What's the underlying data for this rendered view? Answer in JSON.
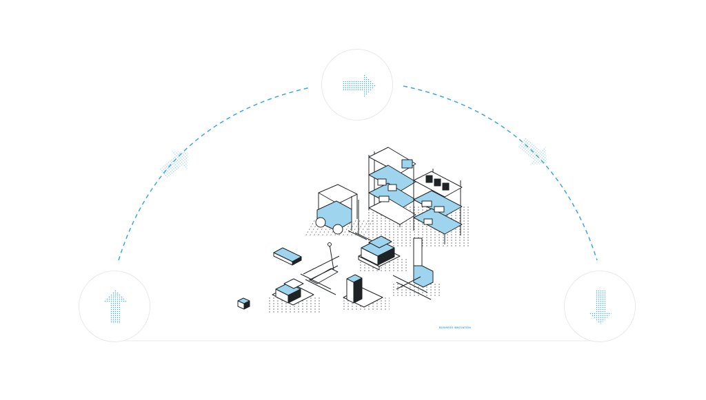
{
  "colors": {
    "accent": "#3aa7dc",
    "light_accent": "#9ed4ee",
    "ink": "#1f2326",
    "ring": "#e6e9ec"
  },
  "cycle": {
    "nodes": [
      {
        "icon": "arrow-up-icon"
      },
      {
        "icon": "arrow-right-icon"
      },
      {
        "icon": "arrow-down-icon"
      }
    ],
    "connectors": [
      "dashed-arc-left",
      "dashed-arc-right"
    ],
    "midpoint_arrows": [
      "arrow-up-right-icon",
      "arrow-down-right-icon"
    ]
  },
  "illustration": {
    "objects": [
      "forklift",
      "storage-shelf",
      "storage-shelf",
      "pallet-jack",
      "pallet-stacker",
      "pallet-with-boxes",
      "pallet-with-boxes",
      "pallet-with-tall-box",
      "flat-box",
      "small-box"
    ]
  },
  "brand_label": "BUSINESS INNOVATION"
}
